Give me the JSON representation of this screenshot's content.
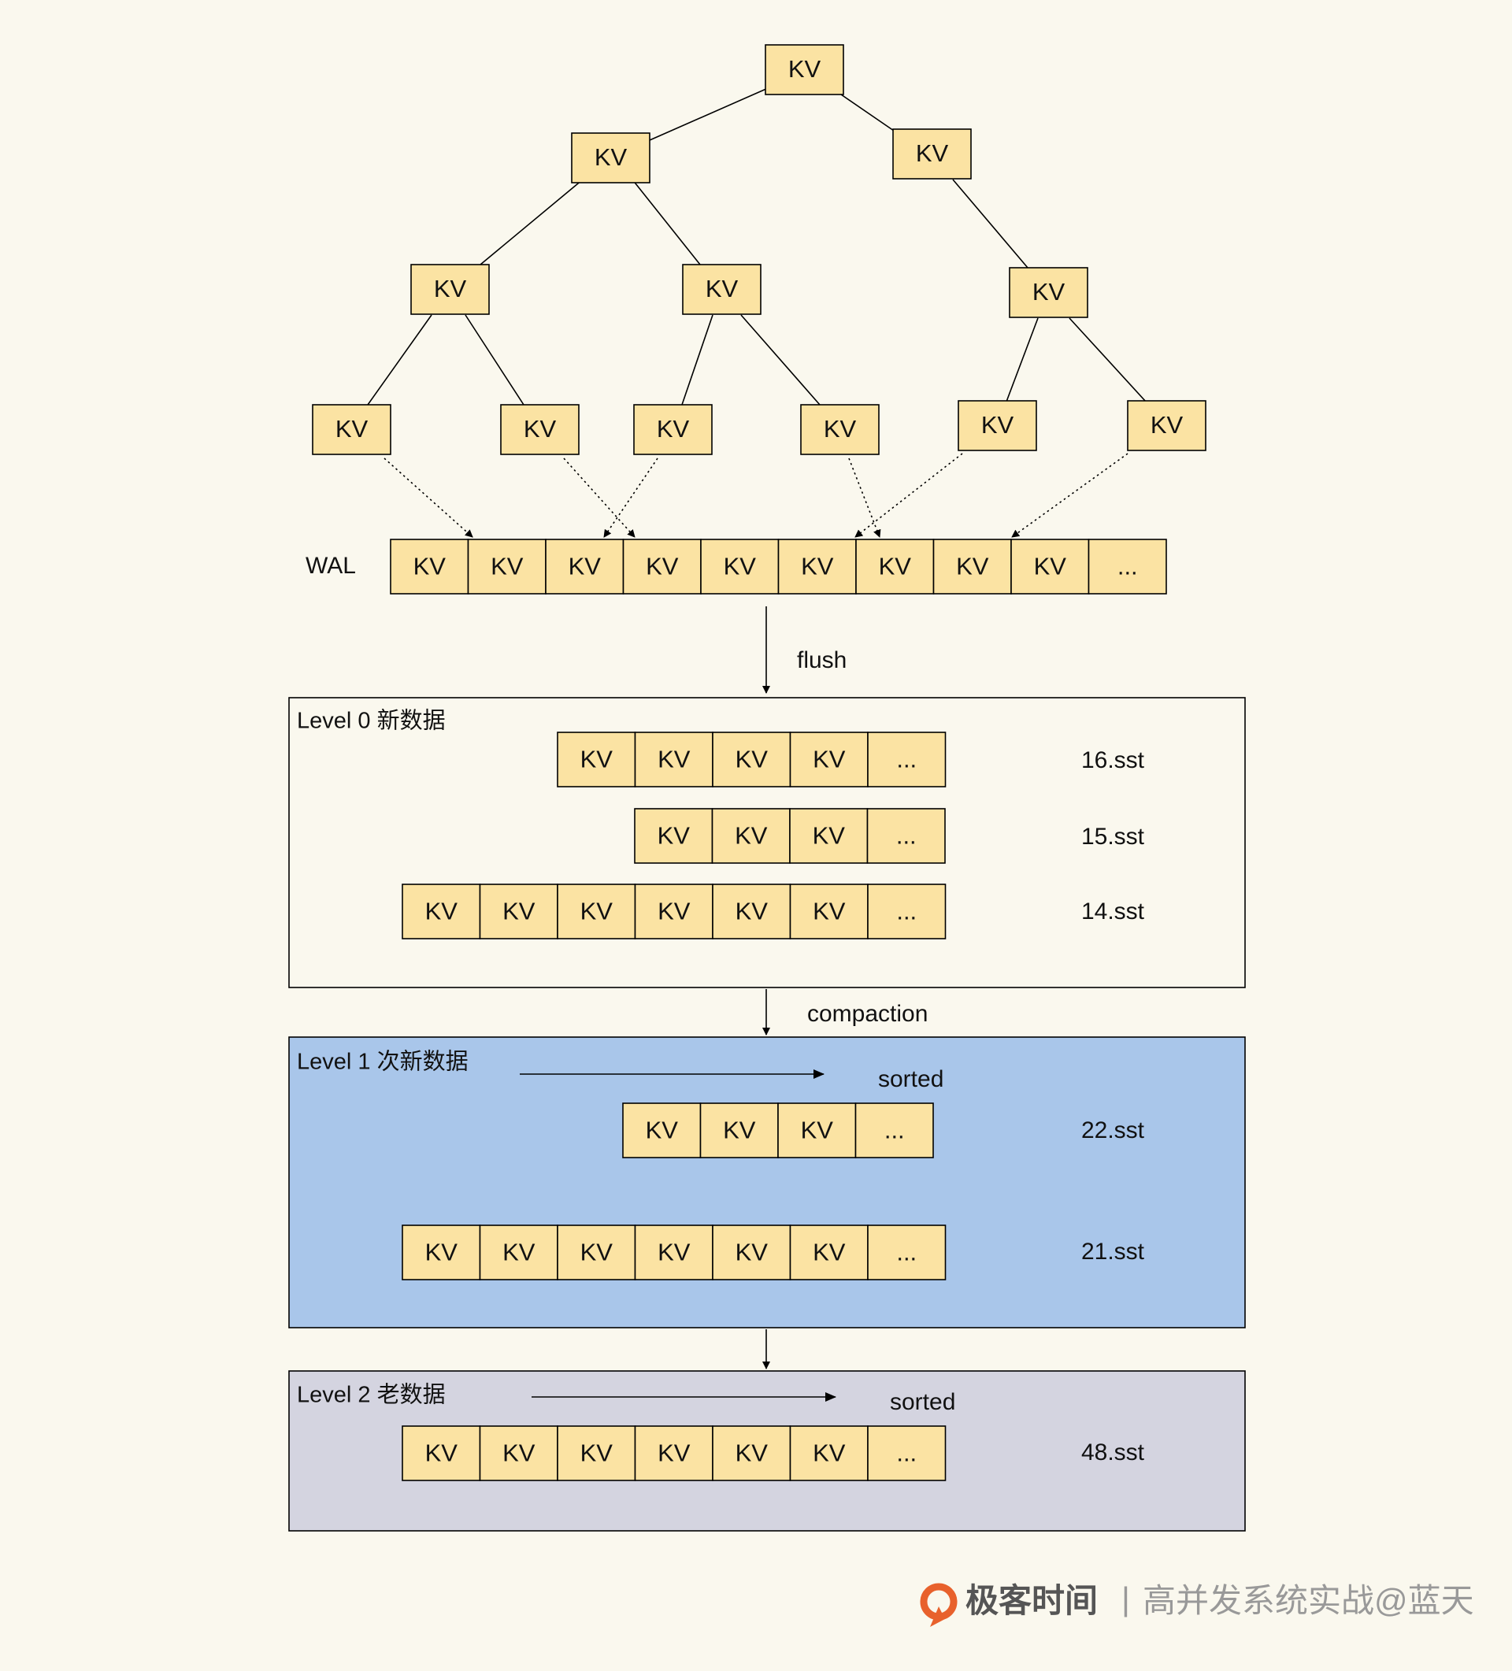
{
  "cell_label": "KV",
  "ellipsis_label": "...",
  "colors": {
    "background": "#faf8ee",
    "cell_fill": "#fbe3a3",
    "level0_fill": "#faf8ee",
    "level1_fill": "#a9c6ea",
    "level2_fill": "#d4d4e0",
    "logo_orange": "#e8612c"
  },
  "wal": {
    "label": "WAL",
    "cells": [
      "KV",
      "KV",
      "KV",
      "KV",
      "KV",
      "KV",
      "KV",
      "KV",
      "KV",
      "..."
    ]
  },
  "arrows": {
    "flush": "flush",
    "compaction": "compaction",
    "sorted": "sorted"
  },
  "levels": [
    {
      "title": "Level 0 新数据",
      "files": [
        {
          "name": "16.sst",
          "cells": [
            "KV",
            "KV",
            "KV",
            "KV",
            "..."
          ]
        },
        {
          "name": "15.sst",
          "cells": [
            "KV",
            "KV",
            "KV",
            "..."
          ]
        },
        {
          "name": "14.sst",
          "cells": [
            "KV",
            "KV",
            "KV",
            "KV",
            "KV",
            "KV",
            "..."
          ]
        }
      ]
    },
    {
      "title": "Level 1 次新数据",
      "files": [
        {
          "name": "22.sst",
          "cells": [
            "KV",
            "KV",
            "KV",
            "..."
          ]
        },
        {
          "name": "21.sst",
          "cells": [
            "KV",
            "KV",
            "KV",
            "KV",
            "KV",
            "KV",
            "..."
          ]
        }
      ]
    },
    {
      "title": "Level 2 老数据",
      "files": [
        {
          "name": "48.sst",
          "cells": [
            "KV",
            "KV",
            "KV",
            "KV",
            "KV",
            "KV",
            "..."
          ]
        }
      ]
    }
  ],
  "footer": {
    "brand": "极客时间",
    "separator": "|",
    "course": "高并发系统实战@蓝天",
    "logo_icon": "geektime-logo-icon"
  }
}
